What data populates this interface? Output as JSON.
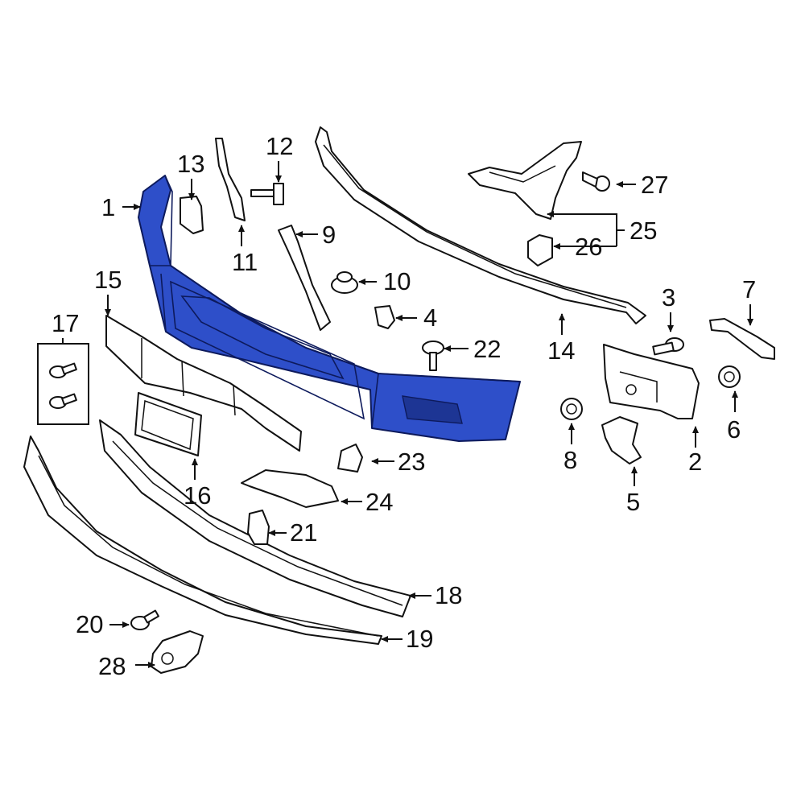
{
  "colors": {
    "highlight": "#2e4fc9",
    "outline": "#111111",
    "background": "#ffffff"
  },
  "callouts": {
    "c1": "1",
    "c2": "2",
    "c3": "3",
    "c4": "4",
    "c5": "5",
    "c6": "6",
    "c7": "7",
    "c8": "8",
    "c9": "9",
    "c10": "10",
    "c11": "11",
    "c12": "12",
    "c13": "13",
    "c14": "14",
    "c15": "15",
    "c16": "16",
    "c17": "17",
    "c18": "18",
    "c19": "19",
    "c20": "20",
    "c21": "21",
    "c22": "22",
    "c23": "23",
    "c24": "24",
    "c25": "25",
    "c26": "26",
    "c27": "27",
    "c28": "28"
  },
  "highlighted_part": "1"
}
